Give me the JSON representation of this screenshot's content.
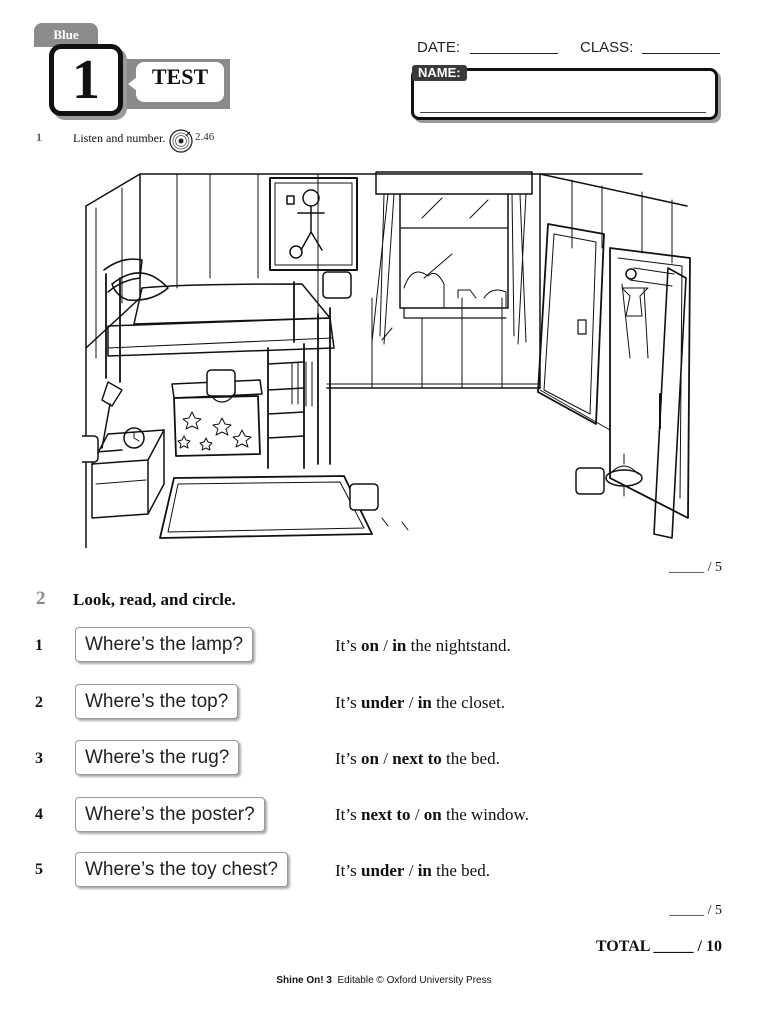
{
  "header": {
    "level": "Blue",
    "unit": "1",
    "test_label": "TEST",
    "date_label": "DATE:",
    "class_label": "CLASS:",
    "name_label": "NAME:"
  },
  "exercise1": {
    "number": "1",
    "instruction": "Listen and number.",
    "track": "2.46",
    "score": "_____ / 5"
  },
  "exercise2": {
    "number": "2",
    "instruction": "Look, read, and circle.",
    "items": [
      {
        "num": "1",
        "question": "Where’s the lamp?",
        "pre": "It’s ",
        "opt1": "on",
        "sep": " / ",
        "opt2": "in",
        "post": " the nightstand."
      },
      {
        "num": "2",
        "question": "Where’s the top?",
        "pre": "It’s ",
        "opt1": "under",
        "sep": " / ",
        "opt2": "in",
        "post": " the closet."
      },
      {
        "num": "3",
        "question": "Where’s the rug?",
        "pre": "It’s ",
        "opt1": "on",
        "sep": " / ",
        "opt2": "next to",
        "post": " the bed."
      },
      {
        "num": "4",
        "question": "Where’s the poster?",
        "pre": "It’s ",
        "opt1": "next to",
        "sep": " / ",
        "opt2": "on",
        "post": " the window."
      },
      {
        "num": "5",
        "question": "Where’s the toy chest?",
        "pre": "It’s ",
        "opt1": "under",
        "sep": " / ",
        "opt2": "in",
        "post": " the bed."
      }
    ],
    "score": "_____ / 5"
  },
  "total": "TOTAL _____ / 10",
  "footer": {
    "brand": "Shine On! 3",
    "text": "Editable © Oxford University Press"
  },
  "icons": {
    "audio": "cd-icon"
  }
}
